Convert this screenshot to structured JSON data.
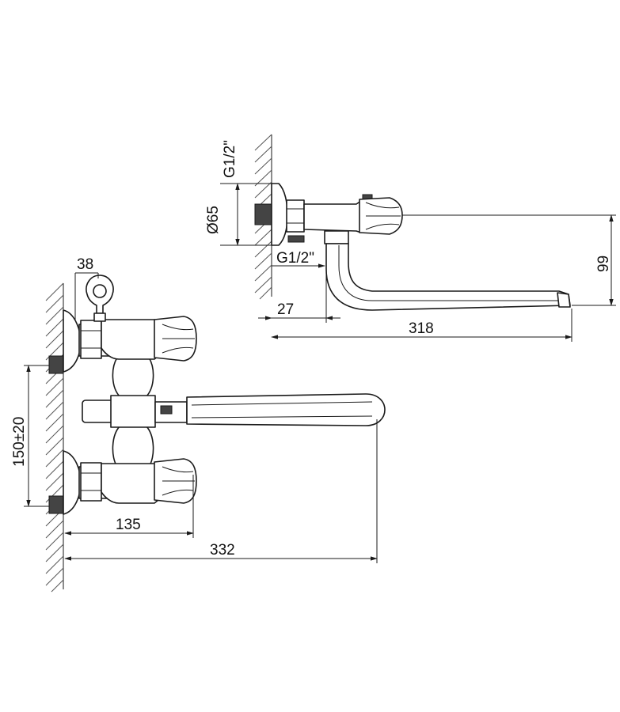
{
  "dimensions": {
    "thread_top": "G1/2\"",
    "diameter": "Ø65",
    "thread_bottom": "G1/2\"",
    "height_right": "99",
    "depth": "27",
    "spout_length_side": "318",
    "handle_offset": "38",
    "inlet_spacing": "150±20",
    "body_length": "135",
    "spout_length_front": "332"
  }
}
